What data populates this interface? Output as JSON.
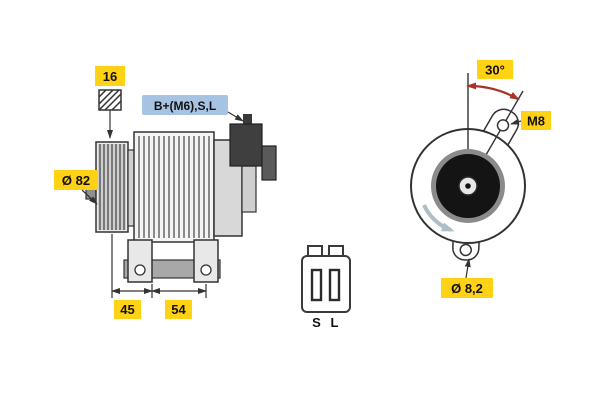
{
  "labels": {
    "belt_width": "16",
    "terminal": "B+(M6),S,L",
    "pulley_diameter": "Ø 82",
    "dim_45": "45",
    "dim_54": "54",
    "angle_30": "30°",
    "thread_m8": "M8",
    "hole_diameter": "Ø 8,2",
    "connector_s": "S",
    "connector_l": "L"
  },
  "colors": {
    "label_yellow": "#ffd216",
    "label_blue": "#a6c3e2",
    "line": "#333333",
    "red_arrow": "#a93226",
    "rotation_arrow": "#aebfc9"
  }
}
